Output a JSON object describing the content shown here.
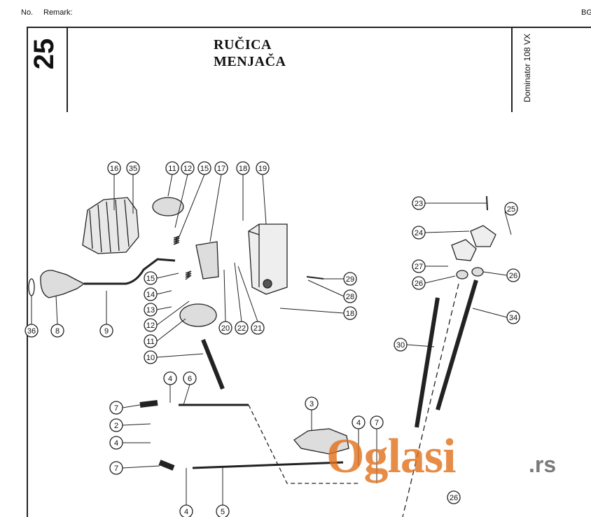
{
  "header": {
    "no_label": "No.",
    "remark_label": "Remark:",
    "right_code": "BG"
  },
  "section_number": "25",
  "title_line1": "RUČICA",
  "title_line2": "MENJAČA",
  "model": "Dominator 108 VX",
  "part_callouts": [
    "16",
    "35",
    "11",
    "12",
    "15",
    "17",
    "18",
    "19",
    "23",
    "25",
    "24",
    "27",
    "26",
    "26",
    "34",
    "29",
    "28",
    "18",
    "15",
    "14",
    "13",
    "12",
    "11",
    "10",
    "20",
    "22",
    "21",
    "36",
    "8",
    "9",
    "30",
    "4",
    "6",
    "7",
    "2",
    "4",
    "7",
    "3",
    "4",
    "7",
    "5",
    "4",
    "26"
  ],
  "watermark": {
    "text": "Oglasi",
    "suffix": ".rs",
    "color": "#e07018"
  }
}
